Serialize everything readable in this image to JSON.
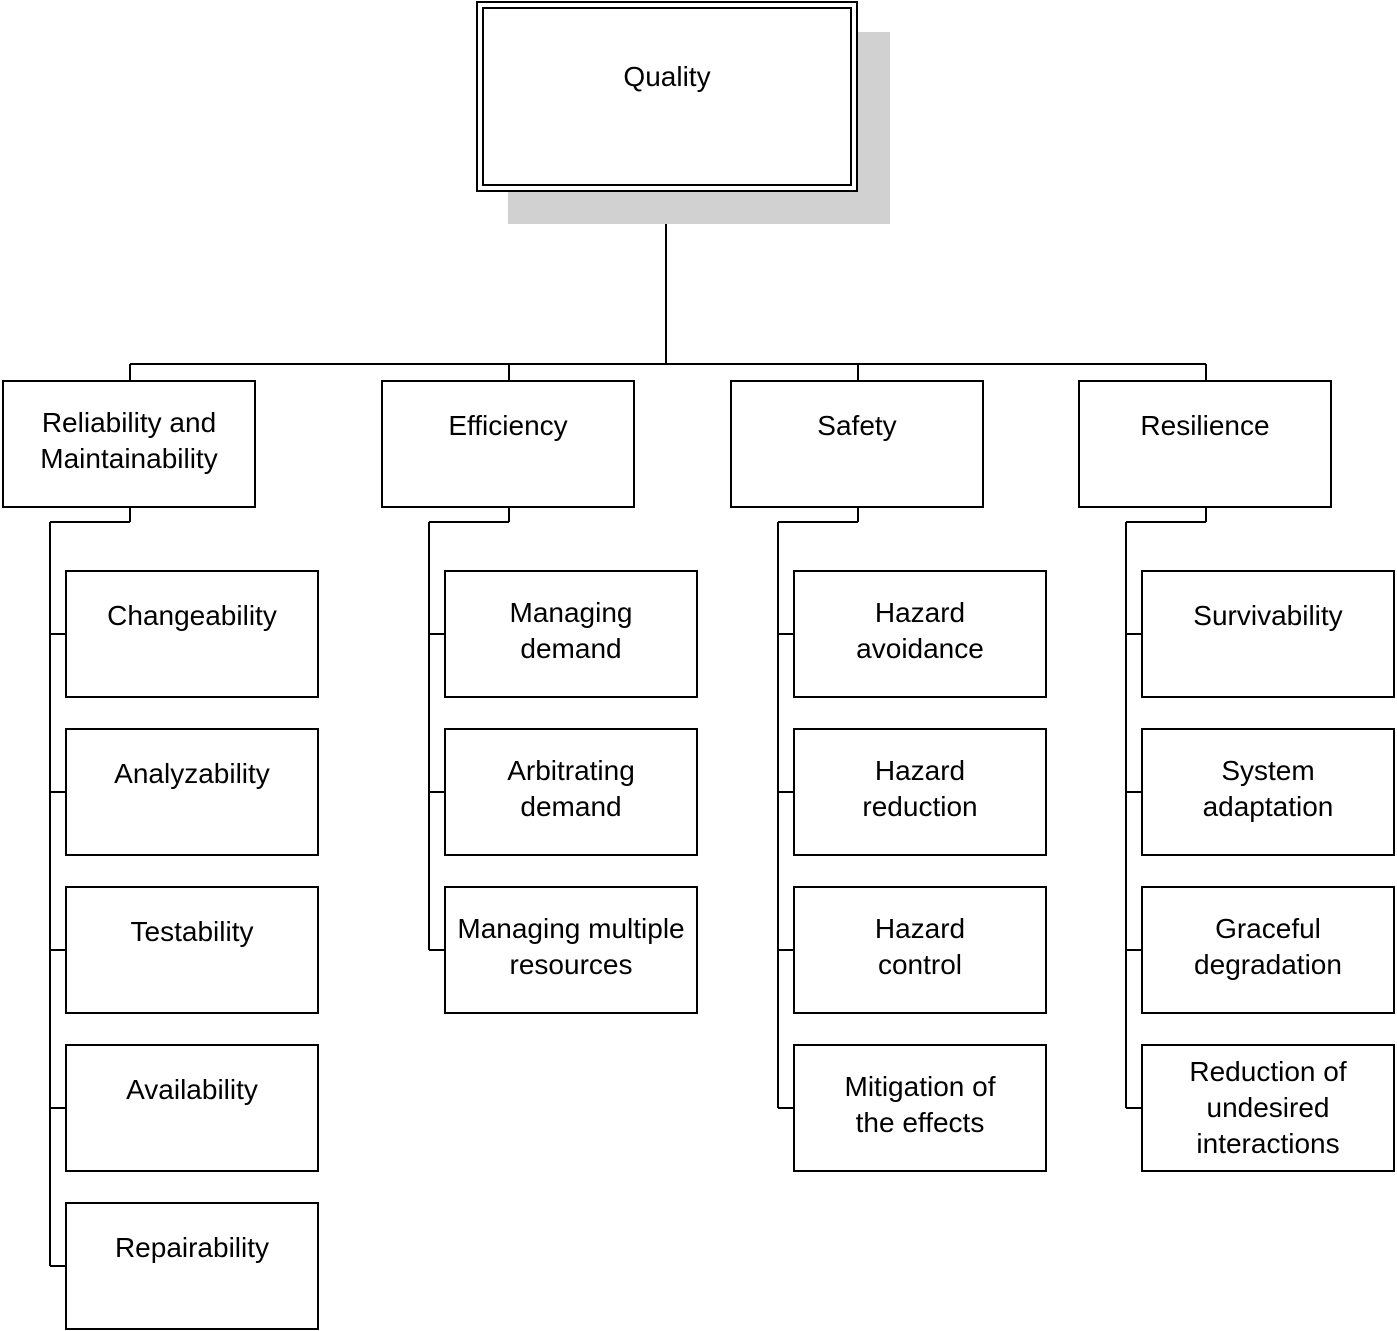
{
  "root": {
    "label": "Quality"
  },
  "categories": [
    {
      "label": [
        "Reliability and",
        "Maintainability"
      ],
      "children": [
        [
          "Changeability"
        ],
        [
          "Analyzability"
        ],
        [
          "Testability"
        ],
        [
          "Availability"
        ],
        [
          "Repairability"
        ]
      ]
    },
    {
      "label": [
        "Efficiency"
      ],
      "children": [
        [
          "Managing",
          "demand"
        ],
        [
          "Arbitrating",
          "demand"
        ],
        [
          "Managing multiple",
          "resources"
        ]
      ]
    },
    {
      "label": [
        "Safety"
      ],
      "children": [
        [
          "Hazard",
          "avoidance"
        ],
        [
          "Hazard",
          "reduction"
        ],
        [
          "Hazard",
          "control"
        ],
        [
          "Mitigation of",
          "the effects"
        ]
      ]
    },
    {
      "label": [
        "Resilience"
      ],
      "children": [
        [
          "Survivability"
        ],
        [
          "System",
          "adaptation"
        ],
        [
          "Graceful",
          "degradation"
        ],
        [
          "Reduction of",
          "undesired",
          "interactions"
        ]
      ]
    }
  ],
  "colors": {
    "line": "#000000",
    "shadow": "#d1d1d1",
    "background": "#ffffff"
  }
}
